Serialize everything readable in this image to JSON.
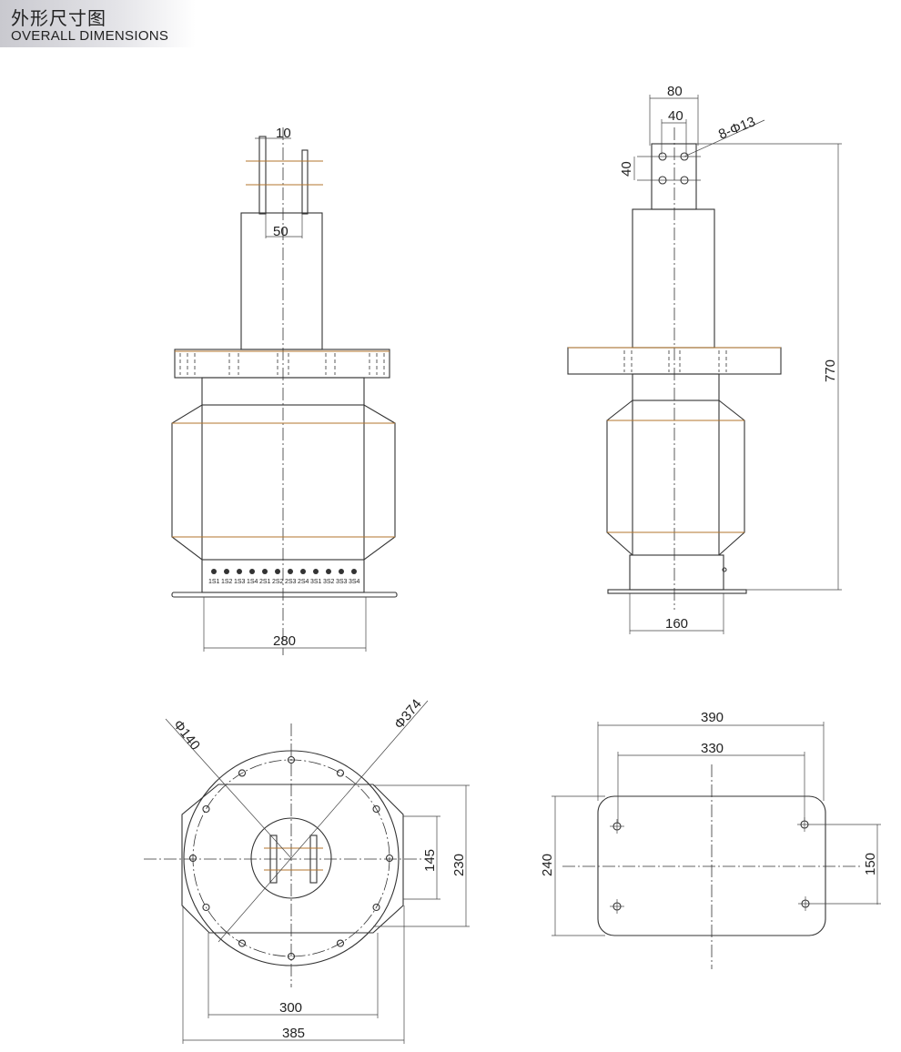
{
  "header": {
    "title_cn": "外形尺寸图",
    "title_en": "OVERALL DIMENSIONS"
  },
  "front_view": {
    "dims": {
      "terminal_thickness": "10",
      "terminal_spacing": "50",
      "body_width": "280"
    },
    "terminals": [
      "1S1",
      "1S2",
      "1S3",
      "1S4",
      "2S1",
      "2S2",
      "2S3",
      "2S4",
      "3S1",
      "3S2",
      "3S3",
      "3S4"
    ]
  },
  "side_view": {
    "dims": {
      "plate_width": "80",
      "hole_spacing_h": "40",
      "hole_spacing_v": "40",
      "holes": "8-Φ13",
      "height": "770",
      "base_width": "160"
    }
  },
  "top_view": {
    "dims": {
      "inner_dia": "Φ140",
      "outer_dia": "Φ374",
      "h1": "145",
      "h2": "230",
      "w1": "300",
      "w2": "385"
    }
  },
  "base_plate": {
    "dims": {
      "w_outer": "390",
      "w_holes": "330",
      "h_outer": "240",
      "h_holes": "150"
    }
  }
}
